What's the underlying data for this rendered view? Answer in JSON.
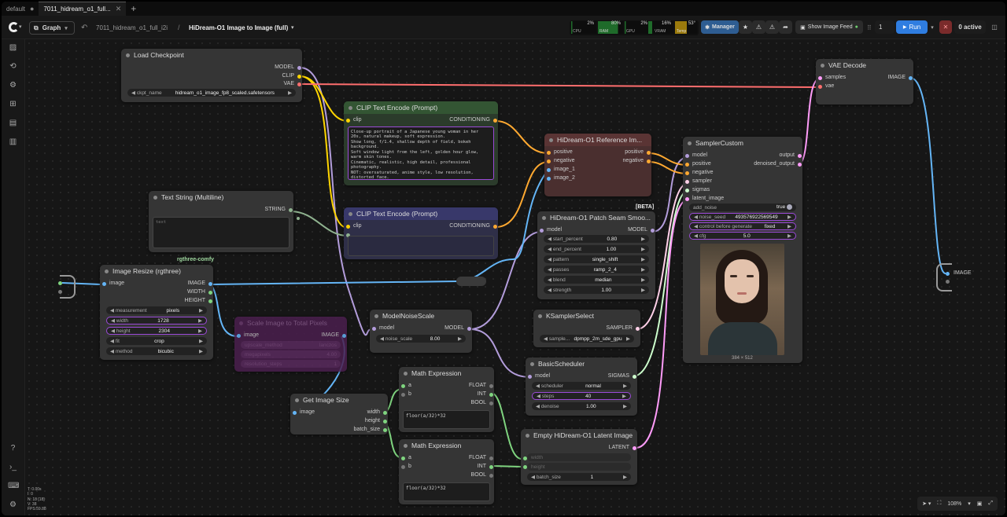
{
  "tabs": [
    {
      "label": "default",
      "close": "●"
    },
    {
      "label": "7011_hidream_o1_full...",
      "close": "✕"
    }
  ],
  "toolbar": {
    "graph_label": "Graph",
    "workflow_file": "7011_hidream_o1_full_i2i",
    "slash": "/",
    "workflow_title": "HiDream-O1 Image to Image (full)",
    "stats": [
      {
        "label": "CPU",
        "value": "2%",
        "color": "#2a8a3a"
      },
      {
        "label": "RAM",
        "value": "80%",
        "color": "#2a8a3a"
      },
      {
        "label": "GPU",
        "value": "2%",
        "color": "#2a8a3a"
      },
      {
        "label": "VRAM",
        "value": "16%",
        "color": "#2a8a3a"
      },
      {
        "label": "Temp",
        "value": "53°",
        "color": "#b08a10"
      }
    ],
    "manager": "Manager",
    "show_feed": "Show Image Feed",
    "queue_count": "1",
    "run": "Run",
    "active": "0 active"
  },
  "canvas_info": {
    "lines": [
      "T: 0.00s",
      "I: 0",
      "N: 18 [18]",
      "V: 38",
      "FPS:59.88"
    ]
  },
  "bottom": {
    "zoom": "108%"
  },
  "nodes": {
    "load_checkpoint": {
      "title": "Load Checkpoint",
      "outputs": [
        "MODEL",
        "CLIP",
        "VAE"
      ],
      "widget_label": "ckpt_name",
      "widget_value": "hidream_o1_image_fp8_scaled.safetensors"
    },
    "clip_pos": {
      "title": "CLIP Text Encode (Prompt)",
      "input": "clip",
      "output": "CONDITIONING",
      "text": "Close-up portrait of a Japanese young woman in her 20s, natural makeup, soft expression.\nShow long, f/1.4, shallow depth of field, bokeh background.\nSoft window light from the left, golden hour glow, warm skin tones.\nCinematic, realistic, high detail, professional photography.\nNOT: oversaturated, anime style, low resolution, distorted face."
    },
    "clip_neg": {
      "title": "CLIP Text Encode (Prompt)",
      "input": "clip",
      "output": "CONDITIONING"
    },
    "text_string": {
      "title": "Text String (Multiline)",
      "output": "STRING",
      "text": "text"
    },
    "vae_decode": {
      "title": "VAE Decode",
      "inputs": [
        "samples",
        "vae"
      ],
      "output": "IMAGE"
    },
    "ref_image": {
      "title": "HiDream-O1 Reference Im...",
      "inputs": [
        "positive",
        "negative",
        "image_1",
        "image_2"
      ],
      "outputs": [
        "positive",
        "negative"
      ]
    },
    "sampler_custom": {
      "title": "SamplerCustom",
      "inputs": [
        "model",
        "positive",
        "negative",
        "sampler",
        "sigmas",
        "latent_image"
      ],
      "outputs": [
        "output",
        "denoised_output"
      ],
      "widgets": [
        {
          "label": "add_noise",
          "value": "true"
        },
        {
          "label": "noise_seed",
          "value": "493576922569549"
        },
        {
          "label": "control before generate",
          "value": "fixed"
        },
        {
          "label": "cfg",
          "value": "5.0"
        }
      ],
      "image_size": "384 × 512"
    },
    "patch_seam": {
      "badge": "[BETA]",
      "title": "HiDream-O1 Patch Seam Smoo...",
      "input": "model",
      "output": "MODEL",
      "widgets": [
        {
          "label": "start_percent",
          "value": "0.80"
        },
        {
          "label": "end_percent",
          "value": "1.00"
        },
        {
          "label": "pattern",
          "value": "single_shift"
        },
        {
          "label": "passes",
          "value": "ramp_2_4"
        },
        {
          "label": "blend",
          "value": "median"
        },
        {
          "label": "strength",
          "value": "1.00"
        }
      ]
    },
    "image_resize": {
      "badge": "rgthree-comfy",
      "title": "Image Resize (rgthree)",
      "input": "image",
      "outputs": [
        "IMAGE",
        "WIDTH",
        "HEIGHT"
      ],
      "widgets": [
        {
          "label": "measurement",
          "value": "pixels"
        },
        {
          "label": "width",
          "value": "1728"
        },
        {
          "label": "height",
          "value": "2304"
        },
        {
          "label": "fit",
          "value": "crop"
        },
        {
          "label": "method",
          "value": "bicubic"
        }
      ]
    },
    "scale_image": {
      "title": "Scale Image to Total Pixels",
      "input": "image",
      "output": "IMAGE",
      "widgets": [
        {
          "label": "upscale_method",
          "value": "lanczos"
        },
        {
          "label": "megapixels",
          "value": "4.00"
        },
        {
          "label": "resolution_steps",
          "value": "1"
        }
      ]
    },
    "model_noise": {
      "title": "ModelNoiseScale",
      "input": "model",
      "output": "MODEL",
      "widget_label": "noise_scale",
      "widget_value": "8.00"
    },
    "ksampler_select": {
      "title": "KSamplerSelect",
      "output": "SAMPLER",
      "widget_label": "sample...",
      "widget_value": "dpmpp_2m_sde_gpu"
    },
    "basic_scheduler": {
      "title": "BasicScheduler",
      "input": "model",
      "output": "SIGMAS",
      "widgets": [
        {
          "label": "scheduler",
          "value": "normal"
        },
        {
          "label": "steps",
          "value": "40"
        },
        {
          "label": "denoise",
          "value": "1.00"
        }
      ]
    },
    "get_image_size": {
      "title": "Get Image Size",
      "input": "image",
      "outputs": [
        "width",
        "height",
        "batch_size"
      ]
    },
    "math1": {
      "title": "Math Expression",
      "inputs": [
        "a",
        "b"
      ],
      "outputs": [
        "FLOAT",
        "INT",
        "BOOL"
      ],
      "expr": "floor(a/32)*32"
    },
    "math2": {
      "title": "Math Expression",
      "inputs": [
        "a",
        "b"
      ],
      "outputs": [
        "FLOAT",
        "INT",
        "BOOL"
      ],
      "expr": "floor(a/32)*32"
    },
    "empty_latent": {
      "title": "Empty HiDream-O1 Latent Image",
      "inputs": [
        "width",
        "height"
      ],
      "output": "LATENT",
      "widget_label": "batch_size",
      "widget_value": "1"
    },
    "preview": {
      "label": "IMAGE"
    }
  },
  "colors": {
    "model": "#b39ddb",
    "clip": "#ffd500",
    "vae": "#ff6e6e",
    "conditioning": "#ffa931",
    "image": "#64b5f6",
    "latent": "#ff9cf9",
    "int": "#7fd47f",
    "sampler": "#ffd0e8",
    "sigmas": "#cdffcd"
  }
}
